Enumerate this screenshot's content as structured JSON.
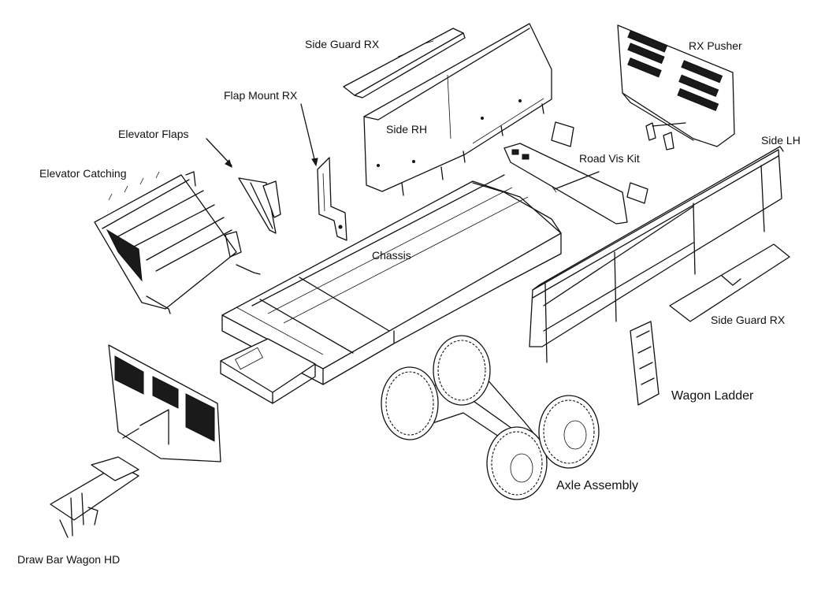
{
  "diagram": {
    "labels": {
      "side_guard_rx_top": "Side Guard RX",
      "rx_pusher": "RX Pusher",
      "flap_mount_rx": "Flap Mount RX",
      "elevator_flaps": "Elevator Flaps",
      "side_rh": "Side RH",
      "side_lh": "Side LH",
      "road_vis_kit": "Road Vis Kit",
      "elevator_catching": "Elevator Catching",
      "chassis": "Chassis",
      "side_guard_rx_right": "Side Guard RX",
      "wagon_ladder": "Wagon Ladder",
      "axle_assembly": "Axle Assembly",
      "draw_bar_wagon_hd": "Draw Bar Wagon HD"
    }
  }
}
